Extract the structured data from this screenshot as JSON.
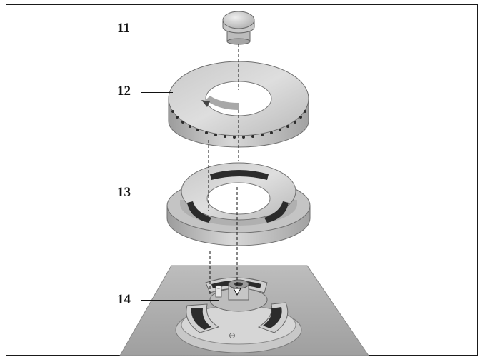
{
  "callouts": [
    {
      "id": "11",
      "label": "11"
    },
    {
      "id": "12",
      "label": "12"
    },
    {
      "id": "13",
      "label": "13"
    },
    {
      "id": "14",
      "label": "14"
    }
  ],
  "colors": {
    "frame": "#1a1a1a",
    "metal_light": "#dcdcdc",
    "metal_mid": "#b5b5b5",
    "metal_dark": "#8e8e8e",
    "cooktop": "#a9a9a9",
    "slot": "#2b2b2b",
    "guide_line": "#111111"
  }
}
